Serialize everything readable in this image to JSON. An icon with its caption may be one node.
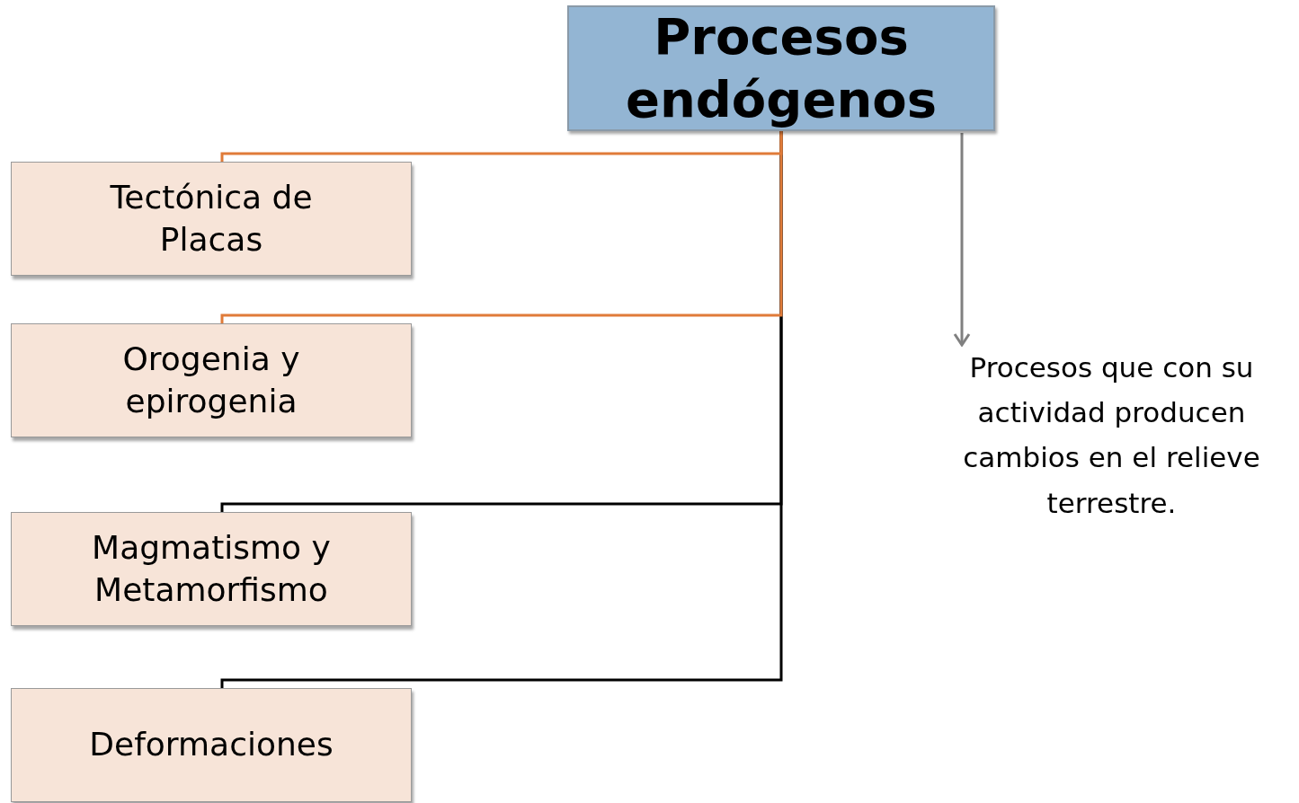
{
  "diagram": {
    "nodes": [
      {
        "text": [
          "Procesos endógenos"
        ]
      },
      {
        "text": [
          "Tectónica de Placas"
        ]
      },
      {
        "text": [
          "Orogenia y epirogenia"
        ]
      },
      {
        "text": [
          "Magmatismo y Metamorfismo"
        ]
      },
      {
        "text": [
          "Deformaciones"
        ]
      },
      {
        "text": [
          "Procesos que con su actividad producen cambios en el relieve terrestre."
        ]
      }
    ],
    "edges": [
      {
        "from": 0,
        "to": 1,
        "arrow": "none",
        "color": "#e07b39"
      },
      {
        "from": 0,
        "to": 2,
        "arrow": "none",
        "color": "#e07b39"
      },
      {
        "from": 0,
        "to": 3,
        "arrow": "none",
        "color": "#000000"
      },
      {
        "from": 0,
        "to": 4,
        "arrow": "none",
        "color": "#000000"
      },
      {
        "from": 0,
        "to": 5,
        "arrow": "to",
        "color": "#808080"
      }
    ]
  }
}
